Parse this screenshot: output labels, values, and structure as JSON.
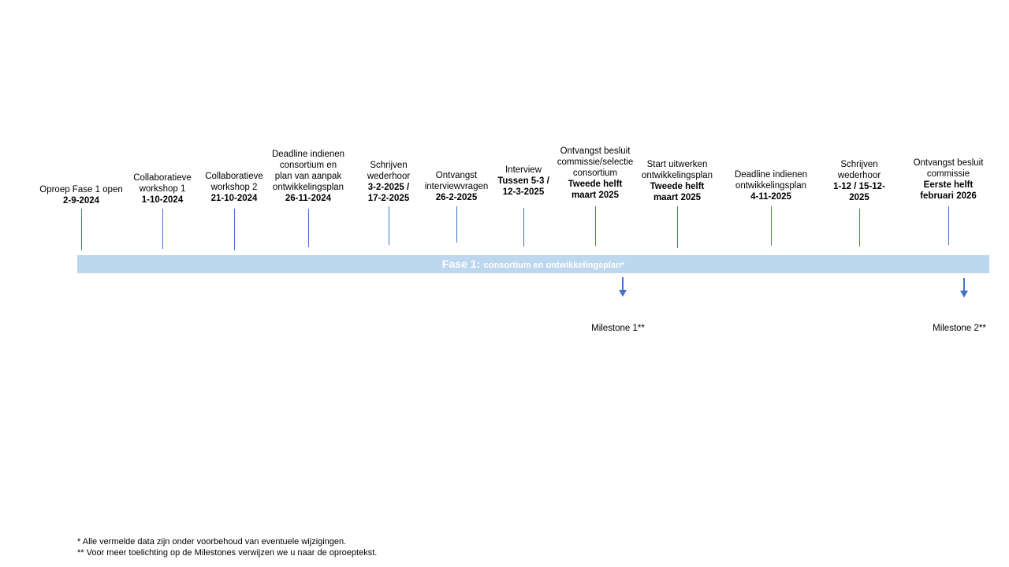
{
  "events": [
    {
      "label": "Oproep Fase 1 open",
      "date": "2-9-2024"
    },
    {
      "label": "Collaboratieve\nworkshop 1",
      "date": "1-10-2024"
    },
    {
      "label": "Collaboratieve\nworkshop 2",
      "date": "21-10-2024"
    },
    {
      "label": "Deadline indienen\nconsortium en\nplan van aanpak\nontwikkelingsplan",
      "date": "26-11-2024"
    },
    {
      "label": "Schrijven\nwederhoor",
      "date": "3-2-2025 /\n17-2-2025"
    },
    {
      "label": "Ontvangst\ninterviewvragen",
      "date": "26-2-2025"
    },
    {
      "label": "Interview",
      "date": "Tussen 5-3 /\n12-3-2025"
    },
    {
      "label": "Ontvangst besluit\ncommissie/selectie\nconsortium",
      "date": "Tweede helft\nmaart 2025"
    },
    {
      "label": "Start uitwerken\nontwikkelingsplan",
      "date": "Tweede helft\nmaart 2025"
    },
    {
      "label": "Deadline indienen\nontwikkelingsplan",
      "date": "4-11-2025"
    },
    {
      "label": "Schrijven\nwederhoor",
      "date": "1-12 / 15-12-\n2025"
    },
    {
      "label": "Ontvangst besluit\ncommissie",
      "date": "Eerste helft\nfebruari 2026"
    }
  ],
  "phase": {
    "title": "Fase 1:",
    "subtitle": "consortium  en ontwikkelingsplan*"
  },
  "milestones": [
    {
      "label": "Milestone 1**"
    },
    {
      "label": "Milestone 2**"
    }
  ],
  "footnotes": [
    "* Alle vermelde data zijn onder voorbehoud van eventuele wijzigingen.",
    "** Voor meer toelichting op de Milestones verwijzen we u naar de oproeptekst."
  ],
  "colors": {
    "phase_bar": "#bdd7ee",
    "line": "#4472c4",
    "phase_text": "#ffffff"
  }
}
